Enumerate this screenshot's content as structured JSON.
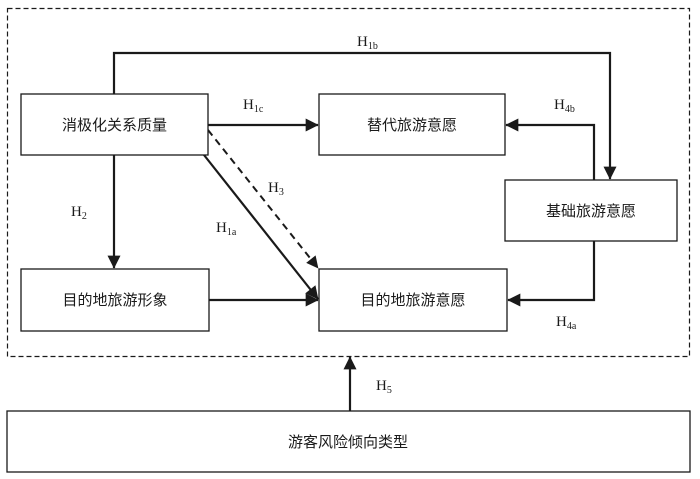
{
  "diagram": {
    "type": "path-model",
    "frame": {
      "style": "dashed",
      "label": ""
    },
    "nodes": [
      {
        "id": "A",
        "label": "消极化关系质量"
      },
      {
        "id": "B",
        "label": "替代旅游意愿"
      },
      {
        "id": "C",
        "label": "基础旅游意愿"
      },
      {
        "id": "D",
        "label": "目的地旅游形象"
      },
      {
        "id": "E",
        "label": "目的地旅游意愿"
      },
      {
        "id": "F",
        "label": "游客风险倾向类型"
      }
    ],
    "edges": [
      {
        "id": "H1a",
        "from": "A",
        "to": "E",
        "label_main": "H",
        "label_sub": "1a",
        "style": "solid"
      },
      {
        "id": "H1b",
        "from": "A",
        "to": "C",
        "label_main": "H",
        "label_sub": "1b",
        "style": "solid"
      },
      {
        "id": "H1c",
        "from": "A",
        "to": "B",
        "label_main": "H",
        "label_sub": "1c",
        "style": "solid"
      },
      {
        "id": "H2",
        "from": "A",
        "to": "D",
        "label_main": "H",
        "label_sub": "2",
        "style": "solid"
      },
      {
        "id": "H3",
        "from": "A",
        "to": "E",
        "label_main": "H",
        "label_sub": "3",
        "style": "dashed"
      },
      {
        "id": "H4a",
        "from": "C",
        "to": "E",
        "label_main": "H",
        "label_sub": "4a",
        "style": "solid"
      },
      {
        "id": "H4b",
        "from": "C",
        "to": "B",
        "label_main": "H",
        "label_sub": "4b",
        "style": "solid"
      },
      {
        "id": "H5",
        "from": "F",
        "to": "frame",
        "label_main": "H",
        "label_sub": "5",
        "style": "solid"
      },
      {
        "id": "DE",
        "from": "D",
        "to": "E",
        "label_main": "",
        "label_sub": "",
        "style": "solid"
      }
    ]
  },
  "colors": {
    "stroke": "#1a1a1a",
    "background": "#ffffff"
  }
}
